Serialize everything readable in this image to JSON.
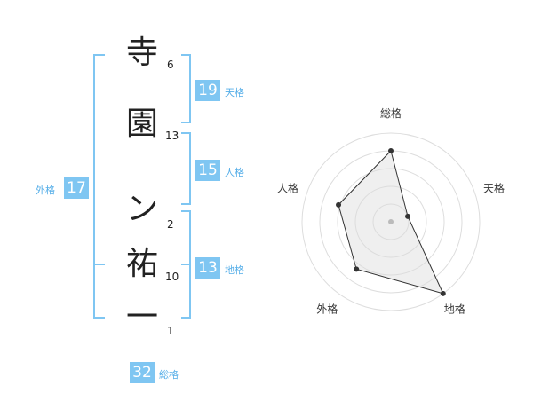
{
  "name": {
    "chars": [
      "寺",
      "園",
      "ン",
      "祐",
      "一"
    ],
    "strokes": [
      "6",
      "13",
      "2",
      "10",
      "1"
    ]
  },
  "kaku": {
    "tenkaku": {
      "value": "19",
      "label": "天格"
    },
    "jinkaku": {
      "value": "15",
      "label": "人格"
    },
    "chikaku": {
      "value": "13",
      "label": "地格"
    },
    "gaikaku": {
      "value": "17",
      "label": "外格"
    },
    "soukaku": {
      "value": "32",
      "label": "総格"
    }
  },
  "colors": {
    "accent": "#7fc6f2",
    "bracket": "#7fc6f2",
    "radar_fill": "#eeeeee"
  },
  "chart_data": {
    "type": "radar",
    "axes": [
      "総格",
      "天格",
      "地格",
      "外格",
      "人格"
    ],
    "values": [
      4,
      1,
      5,
      3.3,
      3.1
    ],
    "max": 5,
    "rings": 5
  }
}
